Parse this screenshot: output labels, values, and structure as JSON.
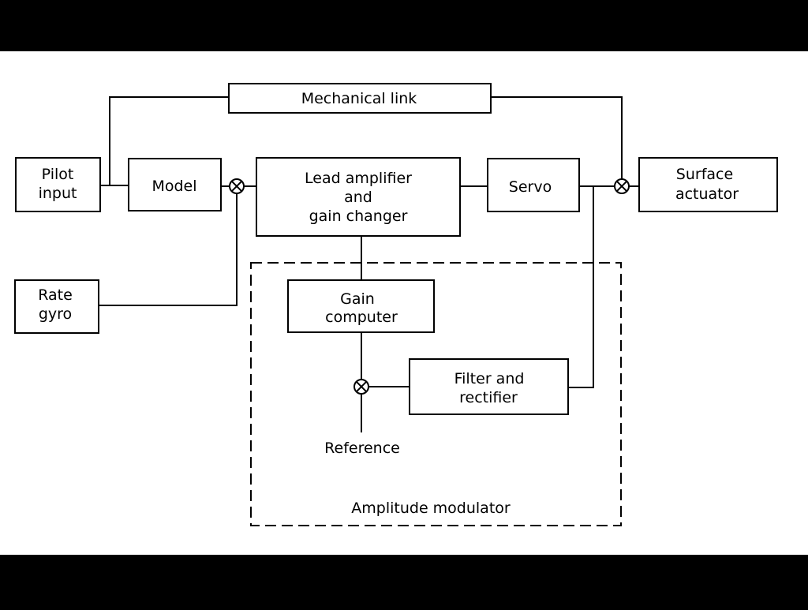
{
  "diagram": {
    "blocks": {
      "mechanical_link": "Mechanical link",
      "pilot_input": [
        "Pilot",
        "input"
      ],
      "model": "Model",
      "lead_amplifier": [
        "Lead amplifier",
        "and",
        "gain changer"
      ],
      "servo": "Servo",
      "surface_actuator": [
        "Surface",
        "actuator"
      ],
      "rate_gyro": [
        "Rate",
        "gyro"
      ],
      "gain_computer": [
        "Gain",
        "computer"
      ],
      "filter_rectifier": [
        "Filter and",
        "rectifier"
      ]
    },
    "labels": {
      "reference": "Reference",
      "amplitude_modulator": "Amplitude modulator"
    },
    "colors": {
      "page": "#ffffff",
      "letterbox": "#000000",
      "ink": "#000000"
    }
  }
}
